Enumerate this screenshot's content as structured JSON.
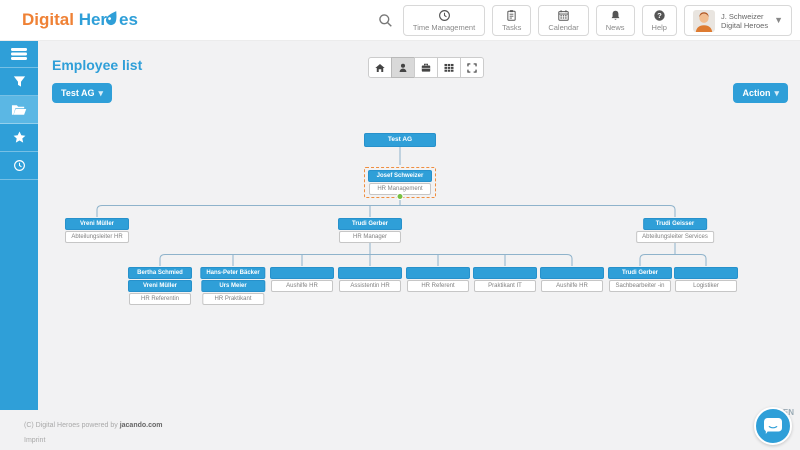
{
  "colors": {
    "accent": "#2f9fd8",
    "sidebar_active": "#5bb7e4",
    "selection_dashed": "#ef8e3f",
    "connector": "#8fb3cb",
    "selected_indicator_green": "#77c043"
  },
  "header": {
    "logo_part1": "Digital",
    "logo_part2": "Her",
    "logo_part3": "es",
    "search_icon": "search-icon",
    "nav": [
      {
        "icon": "clock-icon",
        "label": "Time Management"
      },
      {
        "icon": "tasks-icon",
        "label": "Tasks"
      },
      {
        "icon": "calendar-icon",
        "label": "Calendar"
      },
      {
        "icon": "news-icon",
        "label": "News"
      },
      {
        "icon": "help-icon",
        "label": "Help"
      }
    ],
    "user_name": "J. Schweizer",
    "user_org": "Digital Heroes"
  },
  "sidebar": {
    "items": [
      {
        "icon": "menu-icon",
        "active": false
      },
      {
        "icon": "filter-icon",
        "active": false
      },
      {
        "icon": "folder-icon",
        "active": true
      },
      {
        "icon": "star-icon",
        "active": false
      },
      {
        "icon": "clock-icon",
        "active": false
      }
    ]
  },
  "toolbar": {
    "page_title": "Employee list",
    "company_button": "Test AG",
    "action_button": "Action",
    "views": [
      {
        "icon": "home-icon",
        "active": false
      },
      {
        "icon": "person-icon",
        "active": true
      },
      {
        "icon": "briefcase-icon",
        "active": false
      },
      {
        "icon": "table-icon",
        "active": false
      },
      {
        "icon": "expand-icon",
        "active": false
      }
    ]
  },
  "org_chart": {
    "nodes": [
      {
        "id": "company",
        "names": [
          "Test AG"
        ],
        "role": null,
        "type": "company",
        "selected": false
      },
      {
        "id": "ceo",
        "names": [
          "Josef Schweizer"
        ],
        "role": "HR Management",
        "type": "person",
        "selected": true
      },
      {
        "id": "hr-lead",
        "names": [
          "Vreni Müller"
        ],
        "role": "Abteilungsleiter HR",
        "type": "person",
        "selected": false
      },
      {
        "id": "hr-manager",
        "names": [
          "Trudi Gerber"
        ],
        "role": "HR Manager",
        "type": "person",
        "selected": false
      },
      {
        "id": "services-lead",
        "names": [
          "Trudi Geisser"
        ],
        "role": "Abteilungsleiter Services",
        "type": "person",
        "selected": false
      },
      {
        "id": "c1",
        "names": [
          "Bertha Schmied",
          "Vreni Müller"
        ],
        "role": "HR Referentin",
        "type": "person",
        "selected": false
      },
      {
        "id": "c2",
        "names": [
          "Hans-Peter Bäcker",
          "Urs Meier"
        ],
        "role": "HR Praktikant",
        "type": "person",
        "selected": false
      },
      {
        "id": "c3",
        "names": [
          ""
        ],
        "role": "Aushilfe HR",
        "type": "person",
        "selected": false
      },
      {
        "id": "c4",
        "names": [
          ""
        ],
        "role": "Assistentin HR",
        "type": "person",
        "selected": false
      },
      {
        "id": "c5",
        "names": [
          ""
        ],
        "role": "HR Referent",
        "type": "person",
        "selected": false
      },
      {
        "id": "c6",
        "names": [
          ""
        ],
        "role": "Praktikant IT",
        "type": "person",
        "selected": false
      },
      {
        "id": "c7",
        "names": [
          ""
        ],
        "role": "Aushilfe HR",
        "type": "person",
        "selected": false
      },
      {
        "id": "c8",
        "names": [
          "Trudi Gerber"
        ],
        "role": "Sachbearbeiter -in",
        "type": "person",
        "selected": false
      },
      {
        "id": "c9",
        "names": [
          ""
        ],
        "role": "Logistiker",
        "type": "person",
        "selected": false
      }
    ]
  },
  "footer": {
    "copyright_prefix": "(C) Digital Heroes powered by ",
    "copyright_link": "jacando.com",
    "imprint": "Imprint",
    "language": "EN"
  }
}
